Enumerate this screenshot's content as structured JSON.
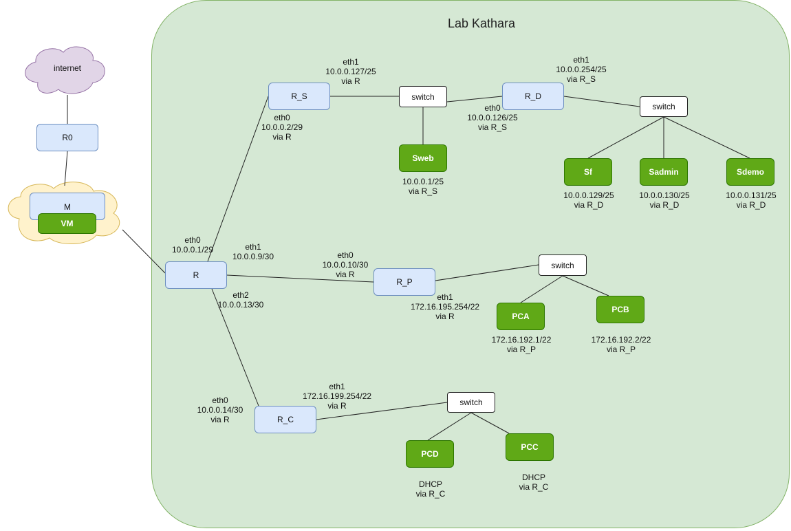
{
  "lab_title": "Lab Kathara",
  "internet_label": "internet",
  "colors": {
    "router_fill": "#dae8fc",
    "router_stroke": "#6c8ebf",
    "host_fill": "#60a917",
    "host_stroke": "#2d7600",
    "lab_fill": "#d5e8d4",
    "lab_stroke": "#82b366",
    "internet_cloud": "#e1d5e7",
    "vm_cloud": "#fff2cc"
  },
  "nodes": {
    "R0": "R0",
    "M": "M",
    "VM": "VM",
    "R": "R",
    "R_S": "R_S",
    "R_D": "R_D",
    "R_P": "R_P",
    "R_C": "R_C",
    "switch_s": "switch",
    "switch_d": "switch",
    "switch_p": "switch",
    "switch_c": "switch",
    "Sweb": "Sweb",
    "Sf": "Sf",
    "Sadmin": "Sadmin",
    "Sdemo": "Sdemo",
    "PCA": "PCA",
    "PCB": "PCB",
    "PCD": "PCD",
    "PCC": "PCC"
  },
  "labels": {
    "rs_eth1": "eth1\n10.0.0.127/25\nvia R",
    "rs_eth0": "eth0\n10.0.0.2/29\nvia R",
    "rd_eth1": "eth1\n10.0.0.254/25\nvia R_S",
    "rd_eth0": "eth0\n10.0.0.126/25\nvia R_S",
    "sweb": "10.0.0.1/25\nvia R_S",
    "sf": "10.0.0.129/25\nvia R_D",
    "sadmin": "10.0.0.130/25\nvia R_D",
    "sdemo": "10.0.0.131/25\nvia R_D",
    "r_eth0": "eth0\n10.0.0.1/29",
    "r_eth1": "eth1\n10.0.0.9/30",
    "r_eth2": "eth2\n10.0.0.13/30",
    "rp_eth0": "eth0\n10.0.0.10/30\nvia R",
    "rp_eth1": "eth1\n172.16.195.254/22\nvia R",
    "pca": "172.16.192.1/22\nvia R_P",
    "pcb": "172.16.192.2/22\nvia R_P",
    "rc_eth1": "eth1\n172.16.199.254/22\nvia R",
    "rc_eth0": "eth0\n10.0.0.14/30\nvia R",
    "pcd": "DHCP\nvia R_C",
    "pcc": "DHCP\nvia R_C"
  }
}
